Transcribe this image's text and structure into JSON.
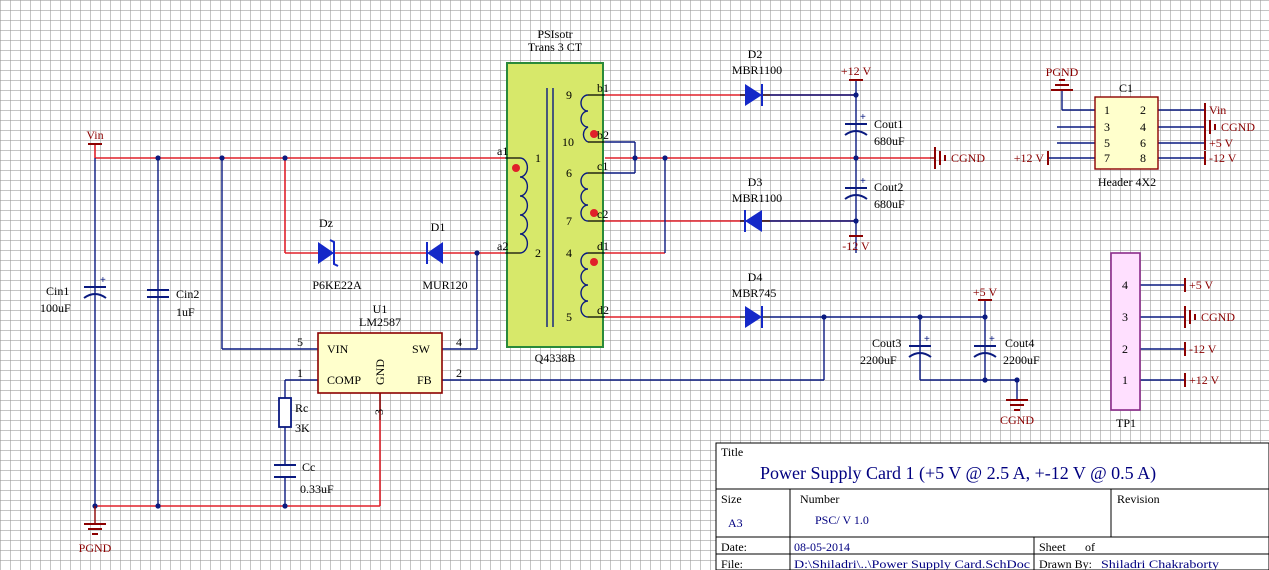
{
  "transformer": {
    "name": "PSIsotr",
    "type": "Trans 3 CT",
    "part": "Q4338B",
    "pins": [
      "a1",
      "a2",
      "b1",
      "b2",
      "c1",
      "c2",
      "d1",
      "d2"
    ],
    "pin_numbers": [
      "1",
      "2",
      "9",
      "10",
      "6",
      "7",
      "4",
      "5"
    ]
  },
  "regulator": {
    "ref": "U1",
    "part": "LM2587",
    "pins": {
      "vin": "VIN",
      "sw": "SW",
      "comp": "COMP",
      "fb": "FB",
      "gnd": "GND"
    },
    "pin_numbers": {
      "vin": "5",
      "sw": "4",
      "comp": "1",
      "fb": "2",
      "gnd": "3"
    }
  },
  "diodes": {
    "d2": {
      "ref": "D2",
      "part": "MBR1100"
    },
    "d3": {
      "ref": "D3",
      "part": "MBR1100"
    },
    "d4": {
      "ref": "D4",
      "part": "MBR745"
    },
    "d1": {
      "ref": "D1",
      "part": "MUR120"
    },
    "dz": {
      "ref": "Dz",
      "part": "P6KE22A"
    }
  },
  "capacitors": {
    "cin1": {
      "ref": "Cin1",
      "value": "100uF"
    },
    "cin2": {
      "ref": "Cin2",
      "value": "1uF"
    },
    "cout1": {
      "ref": "Cout1",
      "value": "680uF"
    },
    "cout2": {
      "ref": "Cout2",
      "value": "680uF"
    },
    "cout3": {
      "ref": "Cout3",
      "value": "2200uF"
    },
    "cout4": {
      "ref": "Cout4",
      "value": "2200uF"
    },
    "cc": {
      "ref": "Cc",
      "value": "0.33uF"
    }
  },
  "resistor": {
    "ref": "Rc",
    "value": "3K"
  },
  "nets": {
    "vin": "Vin",
    "pgnd": "PGND",
    "cgnd": "CGND",
    "p12": "+12 V",
    "m12": "-12 V",
    "p5": "+5 V",
    "p5b": "+5 V",
    "vin_short": "Vin"
  },
  "header": {
    "ref": "C1",
    "part": "Header 4X2",
    "pins_left": [
      "1",
      "3",
      "5",
      "7"
    ],
    "pins_right": [
      "2",
      "4",
      "6",
      "8"
    ],
    "net_pgnd": "PGND",
    "net_12": "+12 V",
    "right_nets": [
      "Vin",
      "CGND",
      "+5 V",
      "-12 V"
    ]
  },
  "testpoint": {
    "ref": "TP1",
    "pins": [
      "4",
      "3",
      "2",
      "1"
    ],
    "nets": [
      "+5 V",
      "CGND",
      "-12 V",
      "+12 V"
    ]
  },
  "titleblock": {
    "title_label": "Title",
    "title": "Power Supply Card 1 (+5 V @ 2.5 A, +-12 V @ 0.5 A)",
    "size_label": "Size",
    "size": "A3",
    "number_label": "Number",
    "number": "PSC/ V 1.0",
    "revision_label": "Revision",
    "date_label": "Date:",
    "date": "08-05-2014",
    "sheet_label": "Sheet",
    "of_label": "of",
    "file_label": "File:",
    "file": "D:\\Shiladri\\..\\Power Supply Card.SchDoc",
    "drawn_label": "Drawn By:",
    "drawn": "Shiladri Chakraborty"
  }
}
